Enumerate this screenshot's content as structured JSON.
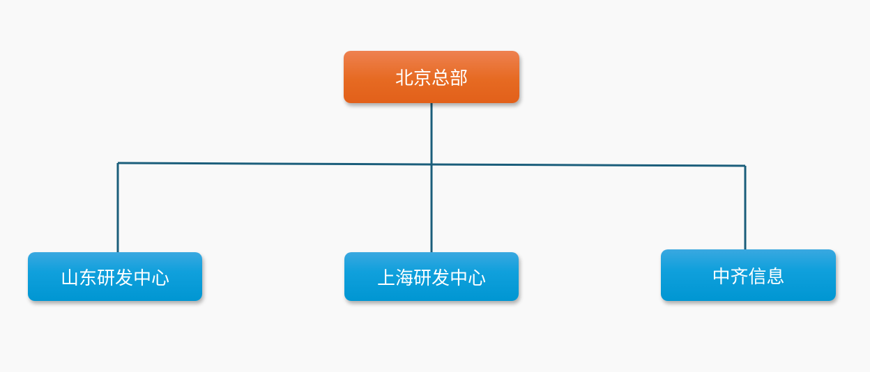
{
  "colors": {
    "connector": "#1b5e7b",
    "root": "#e8692a",
    "child": "#0a9ad6"
  },
  "root": {
    "label": "北京总部"
  },
  "children": [
    {
      "label": "山东研发中心"
    },
    {
      "label": "上海研发中心"
    },
    {
      "label": "中齐信息"
    }
  ]
}
